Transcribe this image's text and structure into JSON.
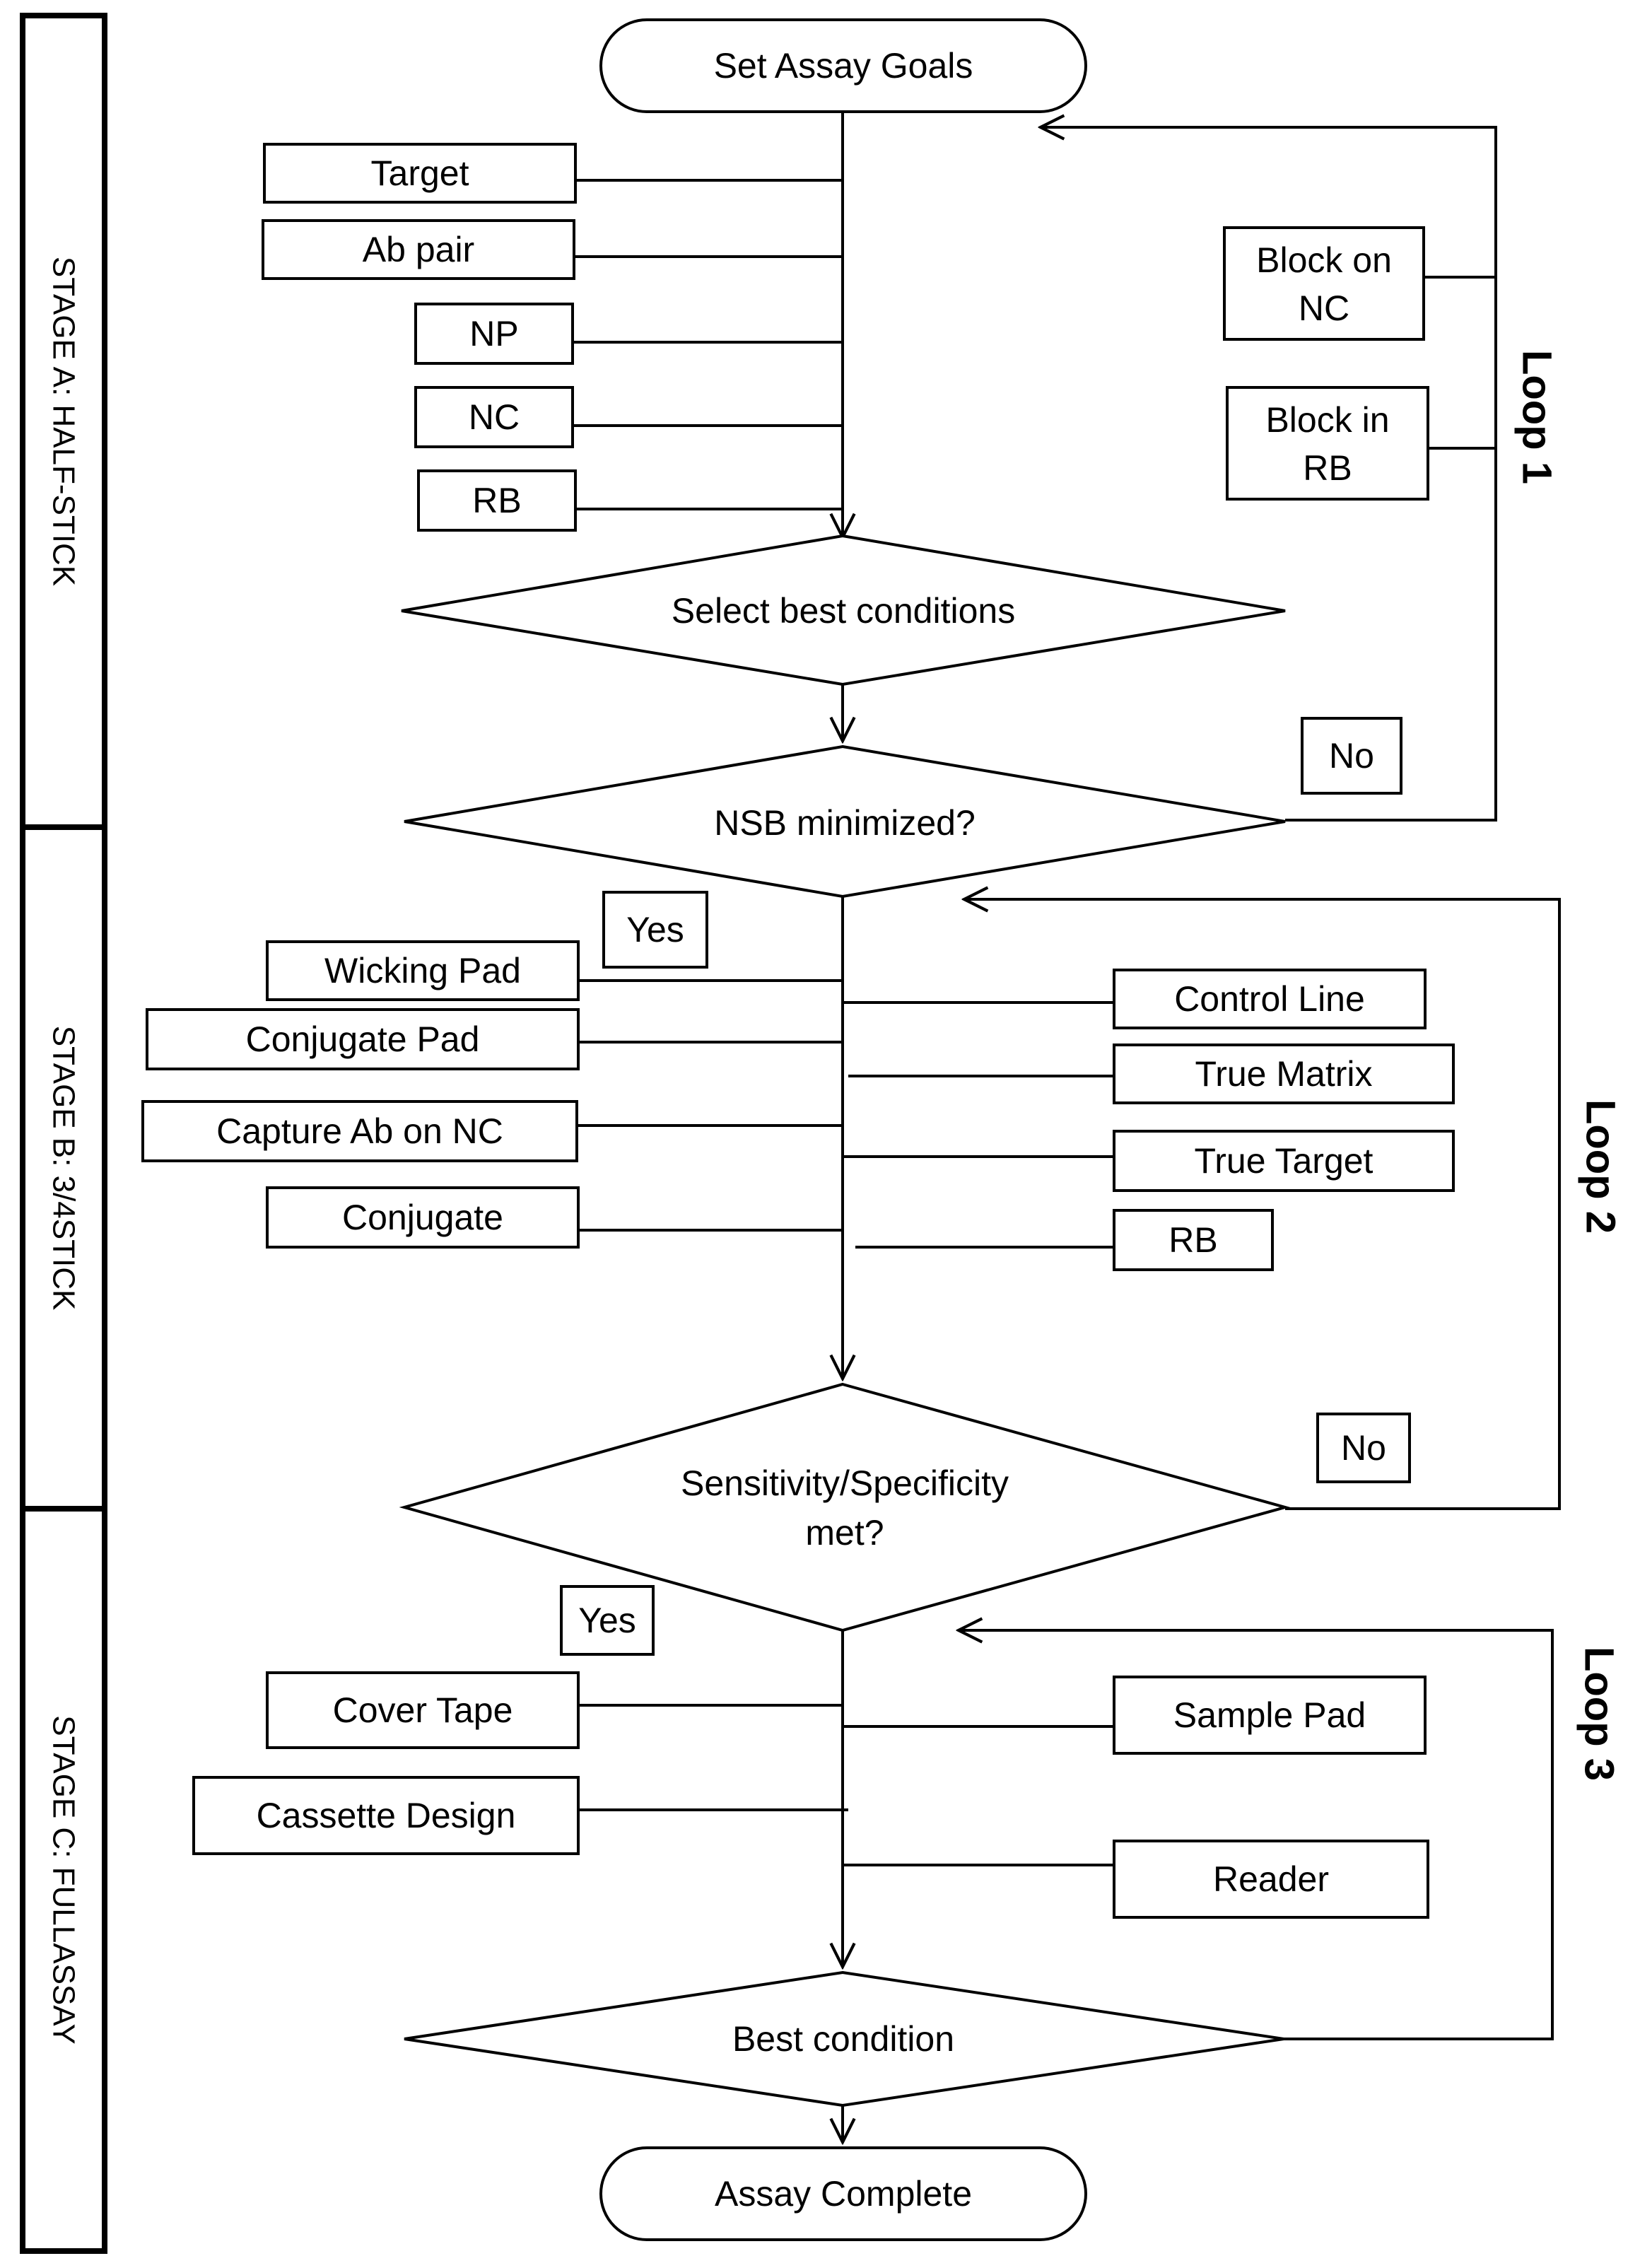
{
  "stages": {
    "a": "STAGE A: HALF-STICK",
    "b": "STAGE B: 3/4STICK",
    "c": "STAGE C: FULLASSAY"
  },
  "loops": {
    "loop1": "Loop 1",
    "loop2": "Loop 2",
    "loop3": "Loop 3"
  },
  "terminals": {
    "start": "Set Assay Goals",
    "end": "Assay Complete"
  },
  "decisions": {
    "select": "Select best conditions",
    "nsb": "NSB minimized?",
    "sens_line1": "Sensitivity/Specificity",
    "sens_line2": "met?",
    "best": "Best condition"
  },
  "stage_a_inputs": {
    "target": "Target",
    "ab_pair": "Ab pair",
    "np": "NP",
    "nc": "NC",
    "rb": "RB"
  },
  "loop1_inputs": {
    "block_nc_1": "Block on",
    "block_nc_2": "NC",
    "block_rb_1": "Block in",
    "block_rb_2": "RB"
  },
  "stage_b_left": {
    "wicking": "Wicking Pad",
    "conj_pad": "Conjugate Pad",
    "capture": "Capture Ab on NC",
    "conjugate": "Conjugate"
  },
  "stage_b_right": {
    "control": "Control Line",
    "matrix": "True Matrix",
    "target": "True Target",
    "rb": "RB"
  },
  "stage_c_left": {
    "cover": "Cover Tape",
    "cassette": "Cassette Design"
  },
  "stage_c_right": {
    "sample": "Sample Pad",
    "reader": "Reader"
  },
  "answers": {
    "no1": "No",
    "yes1": "Yes",
    "no2": "No",
    "yes2": "Yes"
  }
}
